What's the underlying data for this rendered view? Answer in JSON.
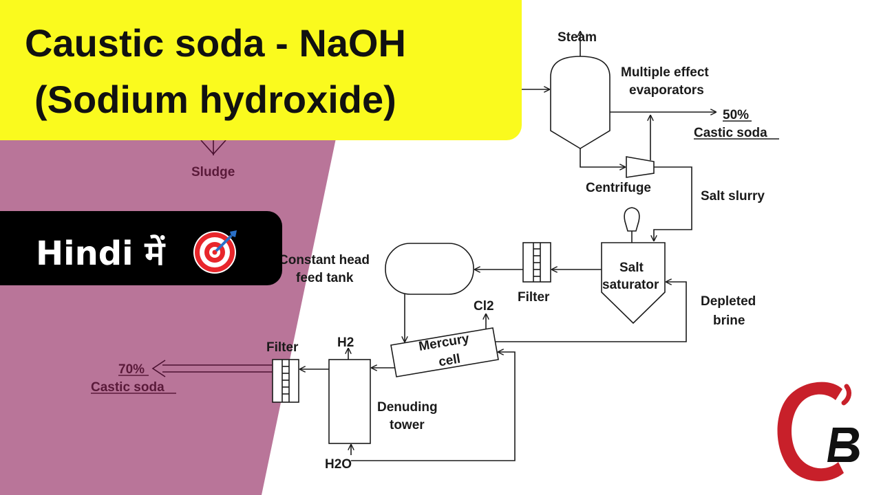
{
  "title": {
    "line1": "Caustic soda - NaOH",
    "line2": "(Sodium hydroxide)"
  },
  "badge": {
    "text": "Hindi में",
    "icon": "target-icon"
  },
  "diagram": {
    "steam": "Steam",
    "evaporator_line1": "Multiple effect",
    "evaporator_line2": "evaporators",
    "output_50_value": "50%",
    "output_50_label": "Castic soda",
    "centrifuge": "Centrifuge",
    "salt_slurry": "Salt slurry",
    "saturator_line1": "Salt",
    "saturator_line2": "saturator",
    "filter_top": "Filter",
    "tank_line1": "Constant head",
    "tank_line2": "feed tank",
    "depleted_line1": "Depleted",
    "depleted_line2": "brine",
    "cl2": "Cl2",
    "mercury_line1": "Mercury",
    "mercury_line2": "cell",
    "h2": "H2",
    "filter_left": "Filter",
    "output_70_value": "70%",
    "output_70_label": "Castic soda",
    "denuding_line1": "Denuding",
    "denuding_line2": "tower",
    "h2o": "H2O",
    "sludge": "Sludge"
  },
  "colors": {
    "title_bg": "#fafa1e",
    "left_panel": "#b97599",
    "badge_bg": "#000000",
    "logo_red": "#c8202a"
  }
}
